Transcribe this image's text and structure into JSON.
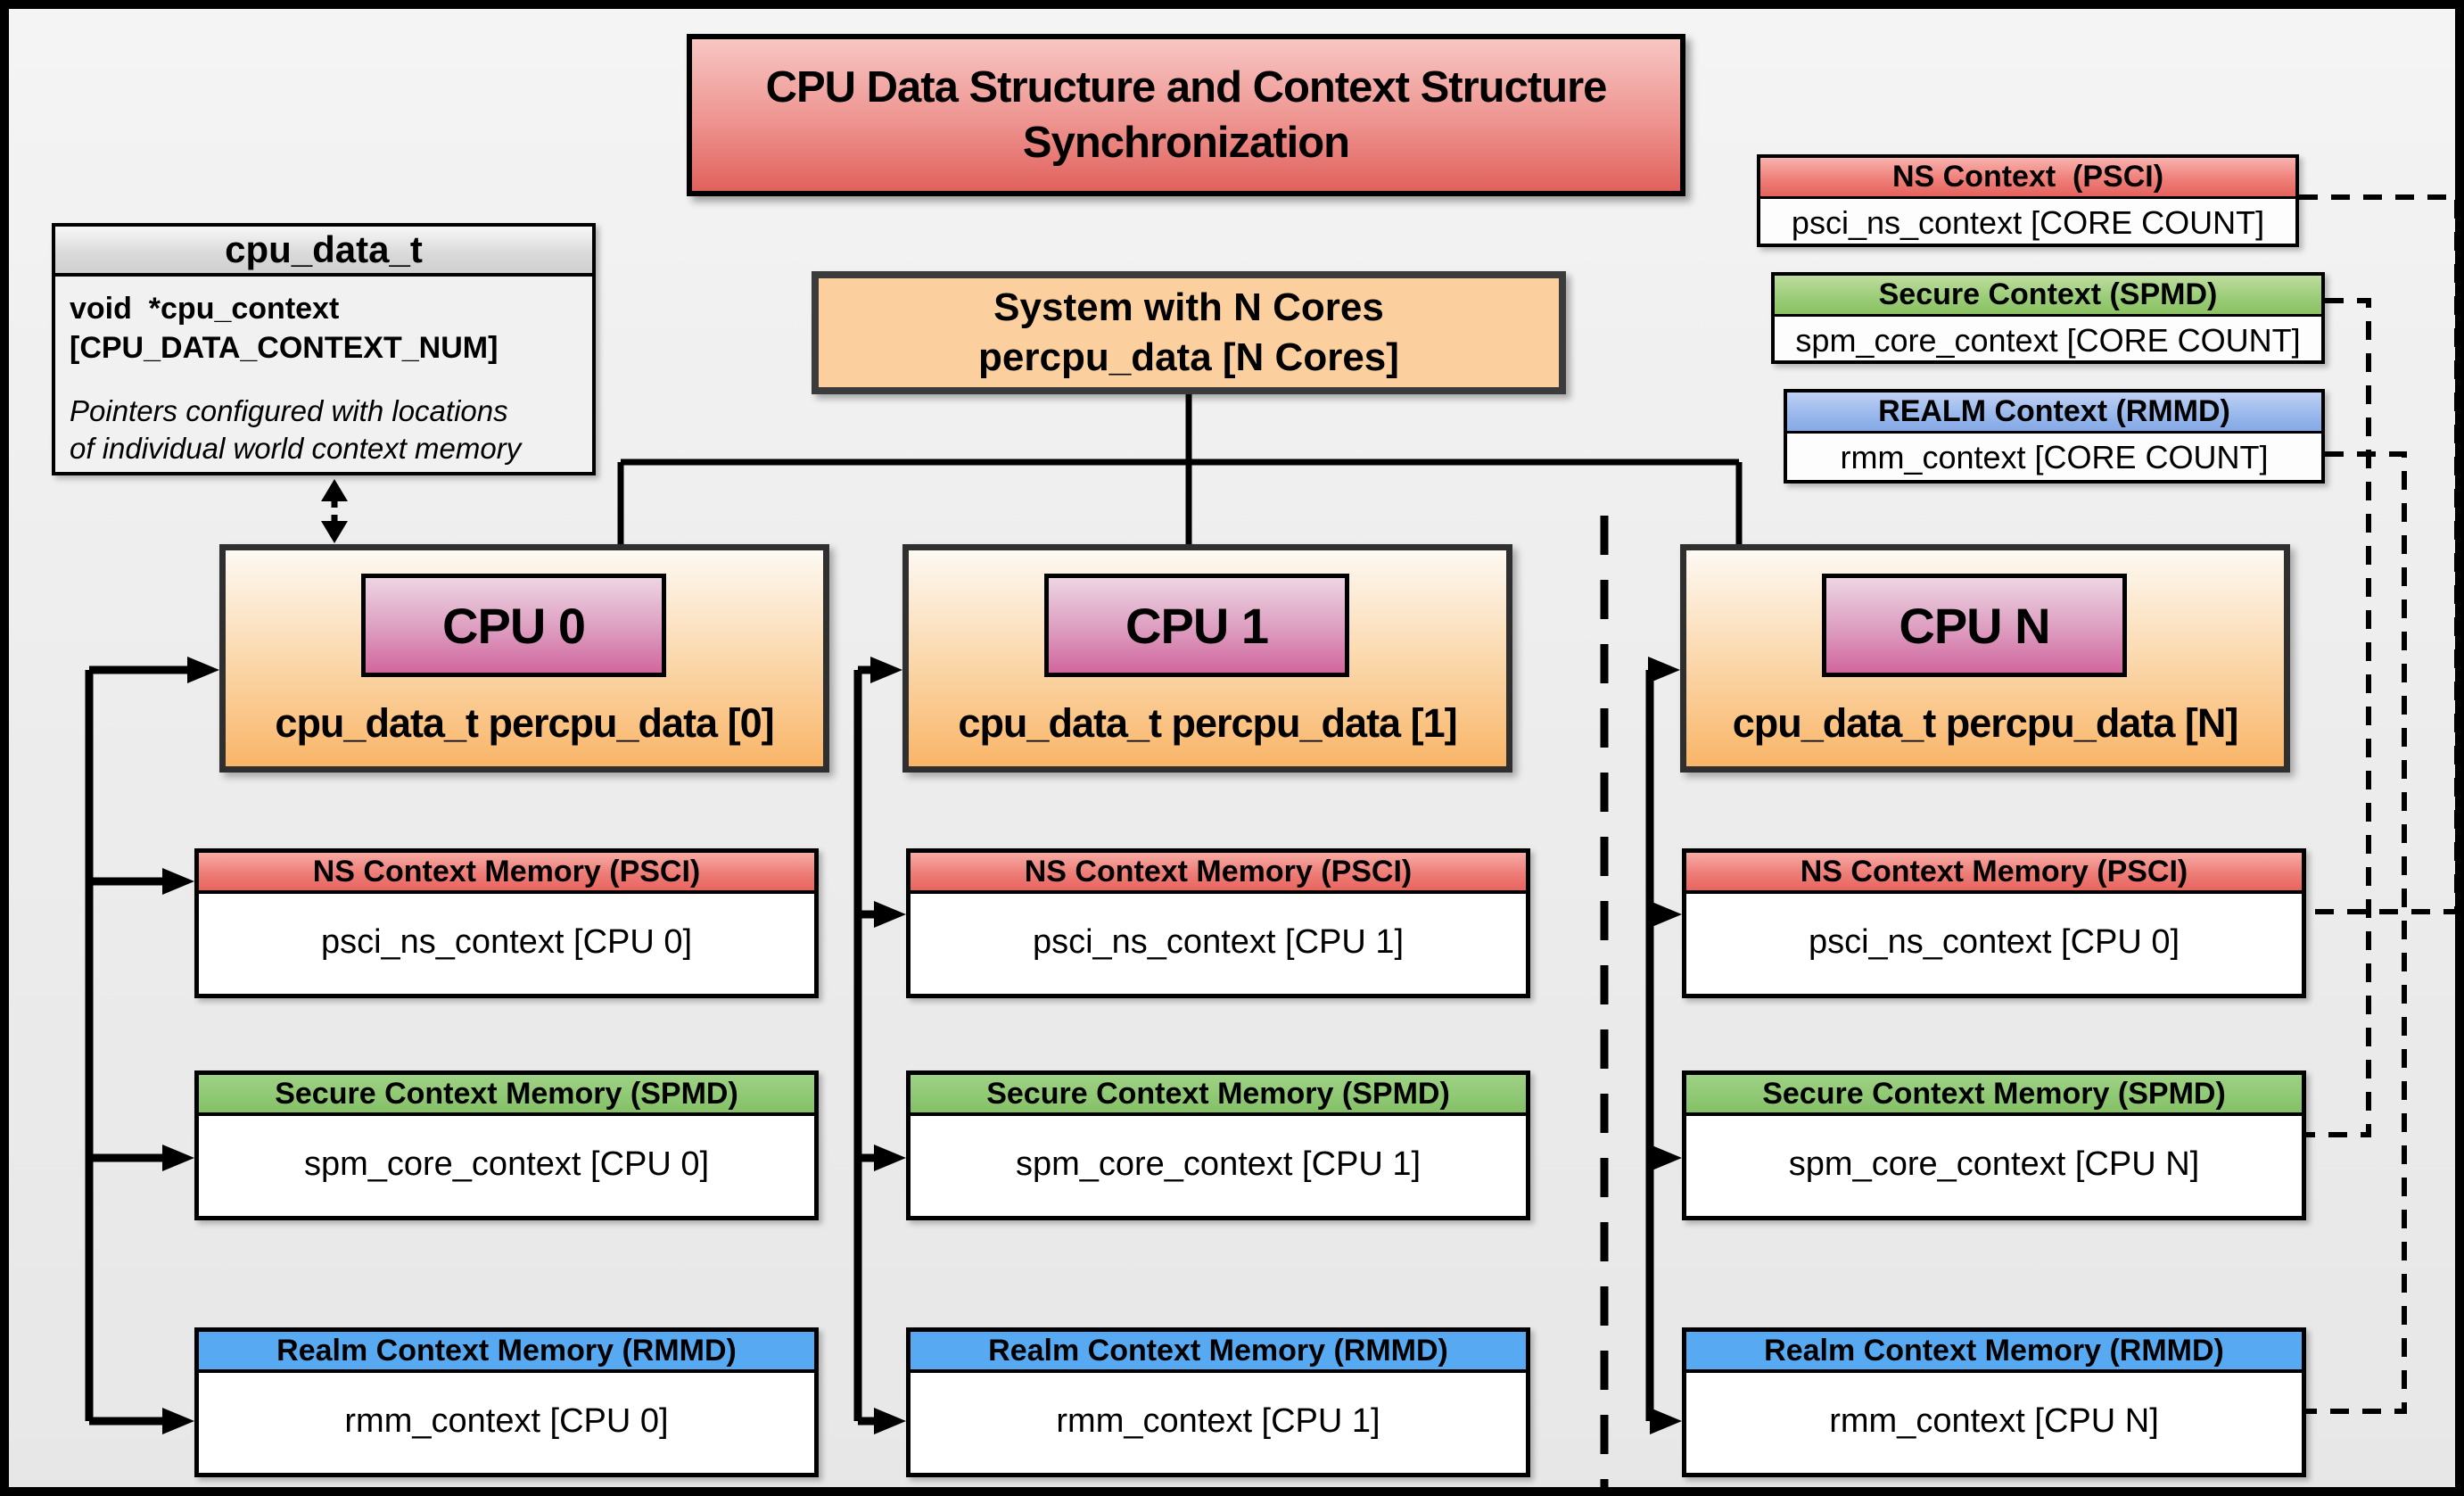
{
  "title": {
    "line1": "CPU Data Structure and Context Structure",
    "line2": "Synchronization"
  },
  "cpu_data_struct": {
    "header": "cpu_data_t",
    "field_line1": "void  *cpu_context",
    "field_line2": "[CPU_DATA_CONTEXT_NUM]",
    "note_line1": "Pointers configured with locations",
    "note_line2": "of individual world context memory"
  },
  "system_box": {
    "line1": "System with N Cores",
    "line2": "percpu_data [N Cores]"
  },
  "legend": {
    "ns": {
      "title": "NS Context  (PSCI)",
      "body": "psci_ns_context [CORE COUNT]"
    },
    "secure": {
      "title": "Secure Context (SPMD)",
      "body": "spm_core_context [CORE COUNT]"
    },
    "realm": {
      "title": "REALM Context (RMMD)",
      "body": "rmm_context [CORE COUNT]"
    }
  },
  "columns": [
    {
      "cpu_label": "CPU 0",
      "cpu_data": "cpu_data_t percpu_data [0]",
      "ns_title": "NS Context Memory (PSCI)",
      "ns_body": "psci_ns_context [CPU 0]",
      "secure_title": "Secure Context Memory (SPMD)",
      "secure_body": "spm_core_context [CPU 0]",
      "realm_title": "Realm Context Memory (RMMD)",
      "realm_body": "rmm_context [CPU 0]"
    },
    {
      "cpu_label": "CPU 1",
      "cpu_data": "cpu_data_t percpu_data [1]",
      "ns_title": "NS Context Memory (PSCI)",
      "ns_body": "psci_ns_context [CPU 1]",
      "secure_title": "Secure Context Memory (SPMD)",
      "secure_body": "spm_core_context [CPU 1]",
      "realm_title": "Realm Context Memory (RMMD)",
      "realm_body": "rmm_context [CPU 1]"
    },
    {
      "cpu_label": "CPU N",
      "cpu_data": "cpu_data_t percpu_data [N]",
      "ns_title": "NS Context Memory (PSCI)",
      "ns_body": "psci_ns_context [CPU 0]",
      "secure_title": "Secure Context Memory (SPMD)",
      "secure_body": "spm_core_context [CPU N]",
      "realm_title": "Realm Context Memory (RMMD)",
      "realm_body": "rmm_context [CPU N]"
    }
  ],
  "colors": {
    "title_red_top": "#f7c6c3",
    "title_red_bottom": "#e0615c",
    "ns_red_top": "#f7aaa5",
    "ns_red_bottom": "#e8655f",
    "secure_green_top": "#9ed184",
    "secure_green_bottom": "#84c066",
    "realm_blue": "#57aaf2",
    "realm_legend_blue_top": "#bfd0f3",
    "realm_legend_blue_bottom": "#85a9e6",
    "system_orange": "#fbcf9e",
    "cpu_box_orange_bottom": "#f9b568",
    "cpu_chip_pink_bottom": "#d1669f",
    "struct_gray_header": "#d9d9d9"
  }
}
